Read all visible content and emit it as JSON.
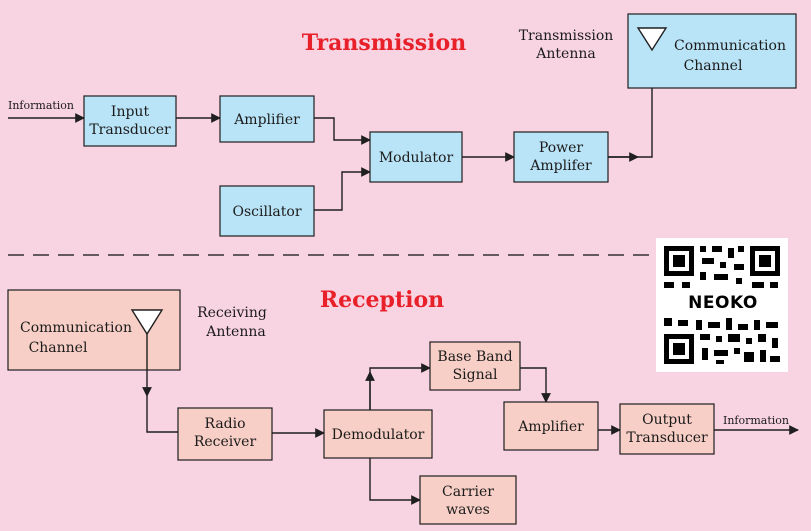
{
  "headings": {
    "transmission": "Transmission",
    "reception": "Reception"
  },
  "transmission": {
    "input_label": "Information",
    "input_transducer": [
      "Input",
      "Transducer"
    ],
    "amplifier": "Amplifier",
    "oscillator": "Oscillator",
    "modulator": "Modulator",
    "power_amplifier": [
      "Power",
      "Amplifer"
    ],
    "antenna_label": [
      "Transmission",
      "Antenna"
    ],
    "channel": [
      "Communication",
      "Channel"
    ]
  },
  "reception": {
    "channel": [
      "Communication",
      "Channel"
    ],
    "antenna_label": [
      "Receiving",
      "Antenna"
    ],
    "radio_receiver": [
      "Radio",
      "Receiver"
    ],
    "demodulator": "Demodulator",
    "base_band_signal": [
      "Base Band",
      "Signal"
    ],
    "carrier_waves": [
      "Carrier",
      "waves"
    ],
    "amplifier": "Amplifier",
    "output_transducer": [
      "Output",
      "Transducer"
    ],
    "output_label": "Information"
  },
  "watermark": {
    "text": "NEOKO"
  },
  "colors": {
    "background": "#f8d3e2",
    "transmission_block": "#b9e3f6",
    "reception_block": "#f7cfc6",
    "heading": "#e8202a"
  }
}
